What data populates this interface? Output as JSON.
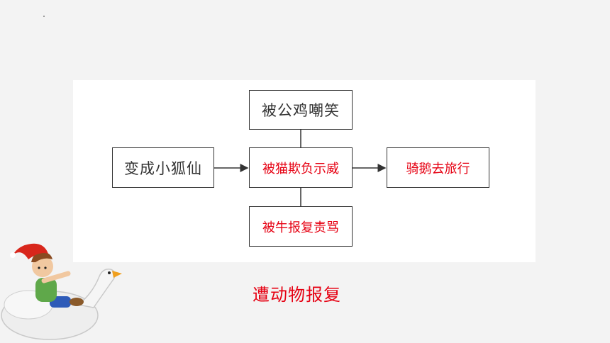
{
  "diagram": {
    "top": "被公鸡嘲笑",
    "left": "变成小狐仙",
    "center": "被猫欺负示威",
    "right": "骑鹅去旅行",
    "bottom": "被牛报复责骂"
  },
  "caption": "遭动物报复",
  "colors": {
    "accent": "#e60012",
    "text": "#333333",
    "panel": "#ffffff",
    "background": "#f3f3f3"
  },
  "icons": {
    "illustration": "boy-riding-goose-icon"
  }
}
